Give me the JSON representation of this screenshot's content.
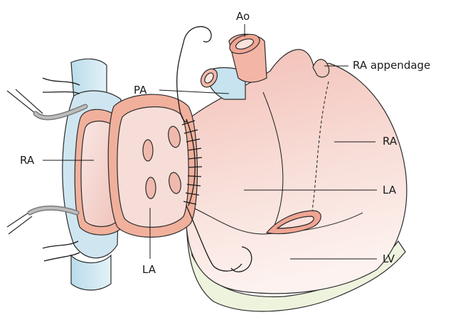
{
  "labels": {
    "ao": "Ao",
    "pa": "PA",
    "ra_appendage": "RA appendage",
    "ra_right": "RA",
    "ra_left": "RA",
    "la_right": "LA",
    "la_bottom": "LA",
    "lv": "LV"
  },
  "colors": {
    "heart_fill": "#f6d6d0",
    "vessel_pink": "#f2b8aa",
    "vessel_blue": "#cfe7f2",
    "cuff_orange": "#f0b09c",
    "base_pale": "#eef2dd",
    "stroke": "#2b2b2b"
  }
}
